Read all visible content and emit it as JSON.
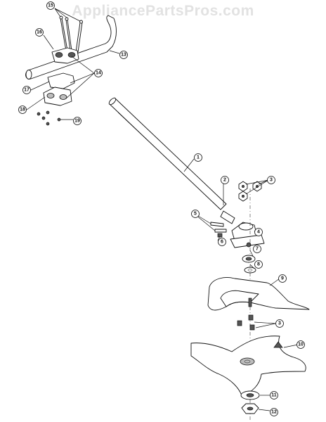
{
  "watermark": "AppliancePartsPros.com",
  "callouts": [
    "15",
    "16",
    "13",
    "14",
    "17",
    "18",
    "19",
    "1",
    "2",
    "3",
    "5",
    "4",
    "6",
    "7",
    "8",
    "9",
    "10",
    "11",
    "12"
  ]
}
